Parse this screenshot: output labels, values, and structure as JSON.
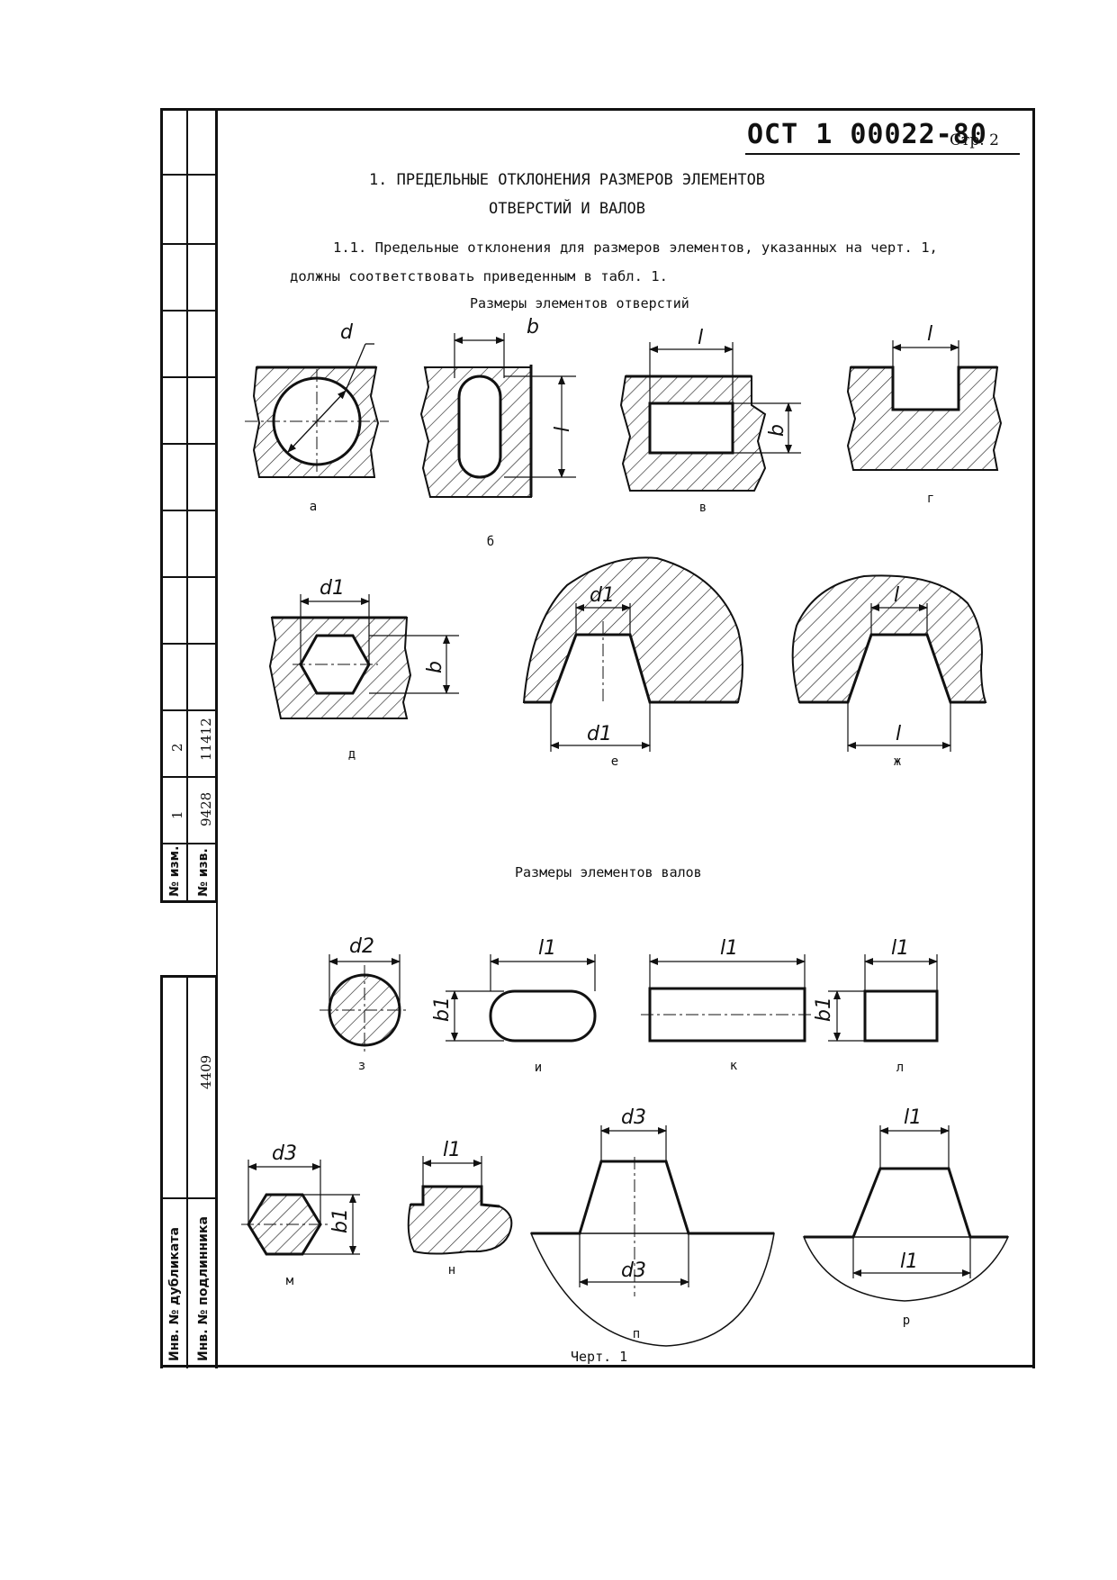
{
  "header": {
    "standard": "ОСТ 1 00022-80",
    "page": "Стр. 2"
  },
  "section": {
    "title_line1": "1. ПРЕДЕЛЬНЫЕ ОТКЛОНЕНИЯ РАЗМЕРОВ ЭЛЕМЕНТОВ",
    "title_line2": "ОТВЕРСТИЙ И ВАЛОВ",
    "para_line1": "1.1. Предельные отклонения для размеров  элементов, указанных на черт. 1,",
    "para_line2": "должны соответствовать приведенным в табл. 1."
  },
  "holes": {
    "caption": "Размеры элементов отверстий",
    "labels": [
      "а",
      "б",
      "в",
      "г",
      "д",
      "е",
      "ж"
    ],
    "dims": {
      "a": "d",
      "b": "b",
      "b_side": "l",
      "v": "l",
      "v_side": "b",
      "g": "l",
      "d_top": "d1",
      "d_side": "b",
      "e_top": "d1",
      "e_bottom": "d1",
      "zh_top": "l",
      "zh_bottom": "l"
    }
  },
  "shafts": {
    "caption": "Размеры элементов валов",
    "labels": [
      "з",
      "и",
      "к",
      "л",
      "м",
      "н",
      "п",
      "р"
    ],
    "dims": {
      "z": "d2",
      "i_top": "l1",
      "i_side": "b1",
      "k_top": "l1",
      "l_top": "l1",
      "l_side": "b1",
      "m_top": "d3",
      "m_side": "b1",
      "n_top": "l1",
      "p_top": "d3",
      "p_bottom": "d3",
      "r_top": "l1",
      "r_bottom": "l1"
    }
  },
  "figure_caption": "Черт. 1",
  "side_stamp": {
    "rev1_no": "1",
    "rev1_doc": "9428",
    "rev2_no": "2",
    "rev2_doc": "11412",
    "label_izm": "№ изм.",
    "label_izv": "№ изв.",
    "dup_value": "4409",
    "label_dup": "Инв. № дубликата",
    "label_orig": "Инв. № подлинника"
  }
}
